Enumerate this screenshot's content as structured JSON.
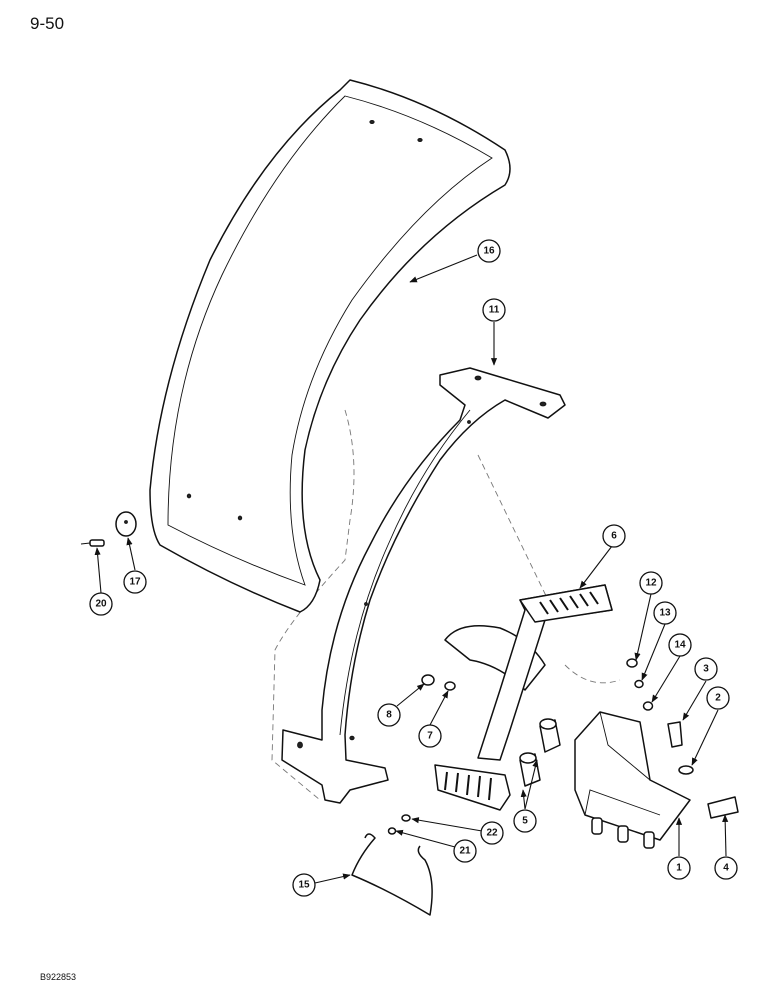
{
  "page_number": "9-50",
  "reference_code": "B922853",
  "callouts": [
    {
      "id": "c1",
      "label": "1"
    },
    {
      "id": "c2",
      "label": "2"
    },
    {
      "id": "c3",
      "label": "3"
    },
    {
      "id": "c4",
      "label": "4"
    },
    {
      "id": "c5",
      "label": "5"
    },
    {
      "id": "c6",
      "label": "6"
    },
    {
      "id": "c7",
      "label": "7"
    },
    {
      "id": "c8",
      "label": "8"
    },
    {
      "id": "c11",
      "label": "11"
    },
    {
      "id": "c12",
      "label": "12"
    },
    {
      "id": "c13",
      "label": "13"
    },
    {
      "id": "c14",
      "label": "14"
    },
    {
      "id": "c15",
      "label": "15"
    },
    {
      "id": "c16",
      "label": "16"
    },
    {
      "id": "c17",
      "label": "17"
    },
    {
      "id": "c20",
      "label": "20"
    },
    {
      "id": "c21",
      "label": "21"
    },
    {
      "id": "c22",
      "label": "22"
    }
  ]
}
